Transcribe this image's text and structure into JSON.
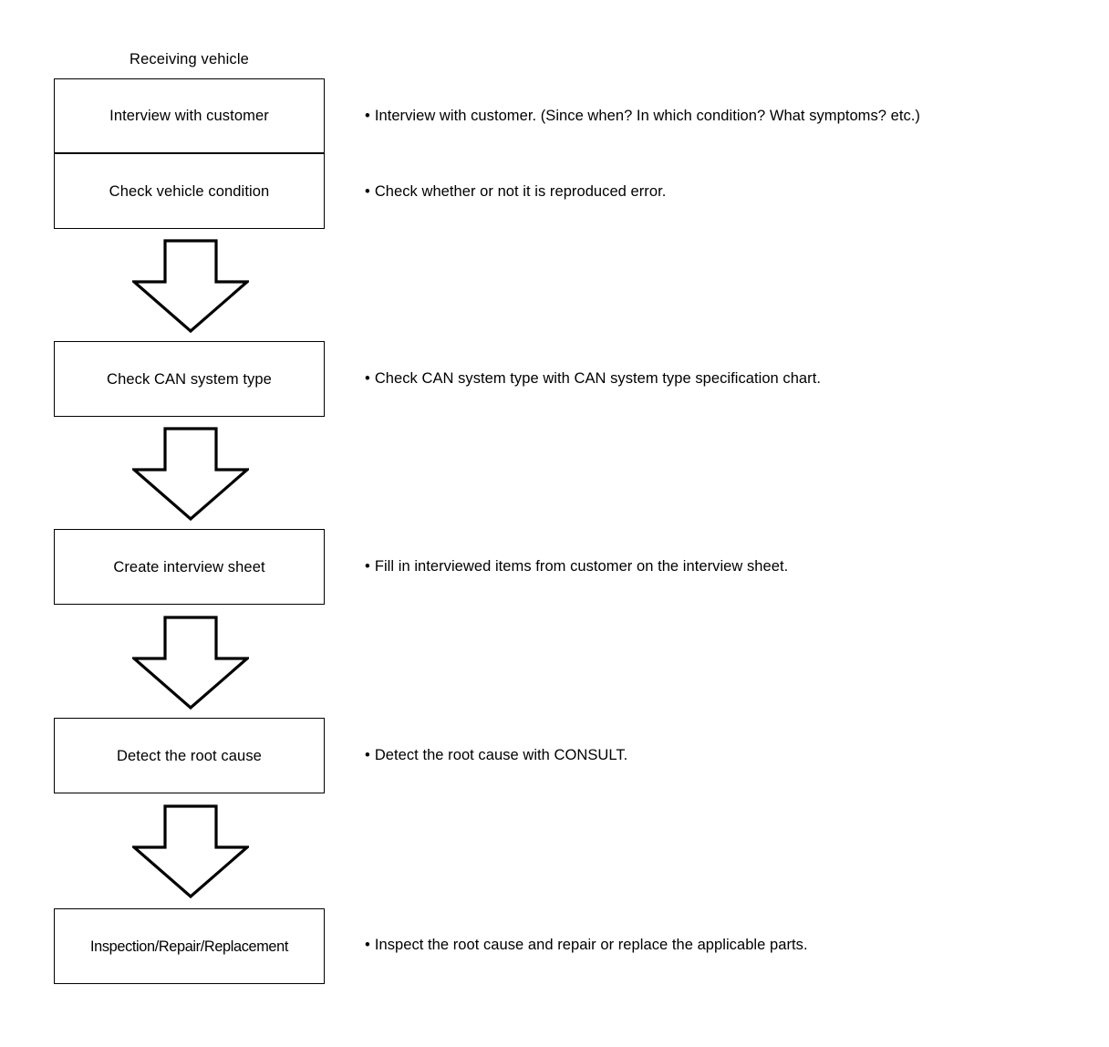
{
  "diagram": {
    "title": "Receiving vehicle",
    "steps": [
      {
        "id": "interview-with-customer",
        "label": "Interview with customer",
        "note": "Interview with customer. (Since when? In which condition? What symptoms? etc.)"
      },
      {
        "id": "check-vehicle-condition",
        "label": "Check vehicle condition",
        "note": "Check whether or not it is reproduced error."
      },
      {
        "id": "check-can-system-type",
        "label": "Check CAN system type",
        "note": "Check CAN system type with CAN system type specification chart."
      },
      {
        "id": "create-interview-sheet",
        "label": "Create interview sheet",
        "note": "Fill in interviewed items from customer on the interview sheet."
      },
      {
        "id": "detect-the-root-cause",
        "label": "Detect the root cause",
        "note": "Detect the root cause with CONSULT."
      },
      {
        "id": "inspection-repair-replacement",
        "label": "Inspection/Repair/Replacement",
        "note": "Inspect the root cause and repair or replace the applicable parts."
      }
    ],
    "bullet_glyph": "•",
    "connectors": [
      {
        "id": "arrow-1",
        "from": "check-vehicle-condition",
        "to": "check-can-system-type",
        "direction": "down"
      },
      {
        "id": "arrow-2",
        "from": "check-can-system-type",
        "to": "create-interview-sheet",
        "direction": "down"
      },
      {
        "id": "arrow-3",
        "from": "create-interview-sheet",
        "to": "detect-the-root-cause",
        "direction": "down"
      },
      {
        "id": "arrow-4",
        "from": "detect-the-root-cause",
        "to": "inspection-repair-replacement",
        "direction": "down"
      }
    ],
    "colors": {
      "stroke": "#000000",
      "fill": "#ffffff",
      "text": "#000000"
    }
  }
}
